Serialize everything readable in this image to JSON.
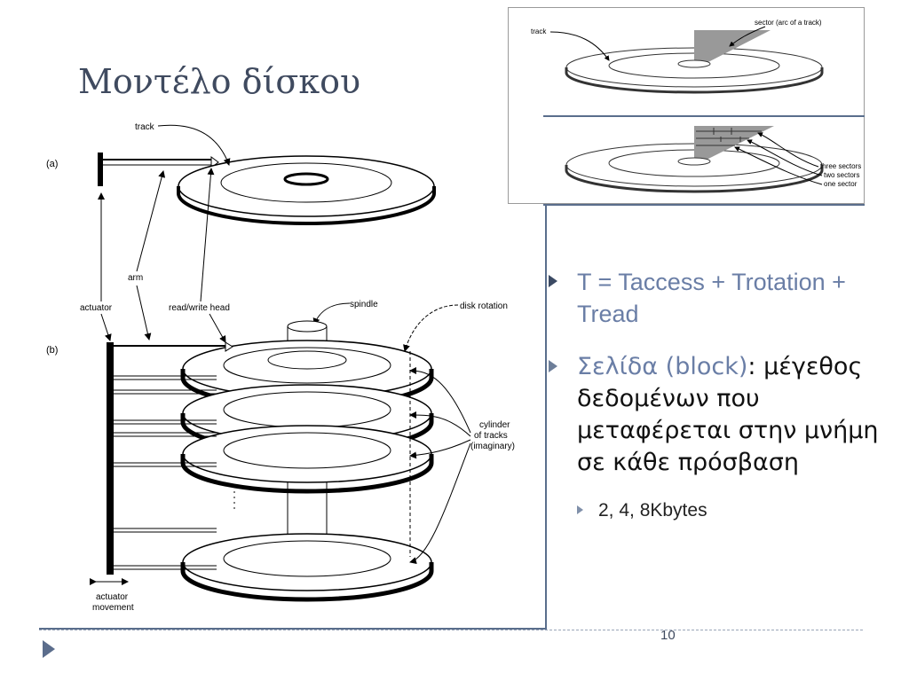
{
  "slide": {
    "title": "Μοντέλο δίσκου",
    "page_number": "10"
  },
  "bullets": {
    "formula": "T = Taccess + Trotation + Tread",
    "page_term": "Σελίδα (block)",
    "page_colon": ":",
    "page_desc": " μέγεθος δεδομένων που μεταφέρεται στην μνήμη σε κάθε πρόσβαση",
    "sizes": "2, 4, 8Kbytes"
  },
  "figure_left": {
    "label_a": "(a)",
    "label_b": "(b)",
    "track": "track",
    "arm": "arm",
    "actuator": "actuator",
    "read_write_head": "read/write head",
    "spindle": "spindle",
    "disk_rotation": "disk rotation",
    "cylinder_1": "cylinder",
    "cylinder_2": "of tracks",
    "cylinder_3": "(imaginary)",
    "actuator_movement_1": "actuator",
    "actuator_movement_2": "movement"
  },
  "figure_right": {
    "track": "track",
    "sector": "sector (arc of a track)",
    "three_sectors": "three sectors",
    "two_sectors": "two sectors",
    "one_sector": "one sector"
  },
  "colors": {
    "title": "#3f4a5f",
    "accent": "#6a7ea6",
    "border": "#5a6e8c"
  }
}
